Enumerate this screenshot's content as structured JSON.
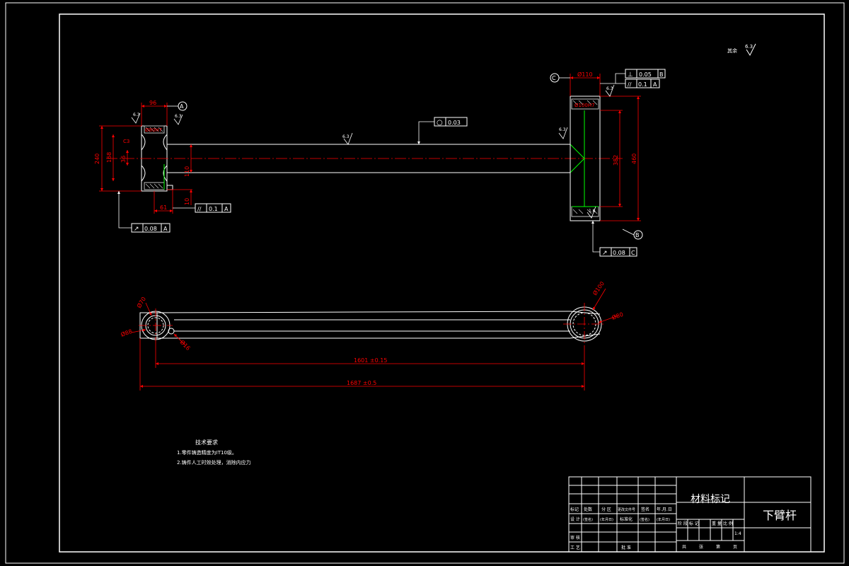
{
  "colors": {
    "background": "#000000",
    "outline": "#ffffff",
    "dimension": "#ff0000",
    "centerline": "#ff0000",
    "section": "#00ff00",
    "hatch": "#c0c0c0"
  },
  "general_roughness": {
    "label": "其余",
    "value": "6.3"
  },
  "top_view": {
    "roughness": {
      "left_top": "6.3",
      "left_face": "6.3",
      "shaft": "6.3",
      "right_top": "6.3",
      "right_face": "6.3",
      "right_bottom": "1.6"
    },
    "datums": {
      "a": "A",
      "b": "B",
      "c": "C"
    },
    "dims": {
      "left_width": "96",
      "left_bore": "Ø80H7",
      "left_overall": "240",
      "left_inner": "168",
      "left_pin": "36",
      "chamfer": "C3",
      "shaft_dia": "110",
      "left_offset": "61",
      "left_small": "10",
      "right_top_dia": "Ø110",
      "right_bore": "Ø100H7",
      "right_inner": "382",
      "right_overall": "460"
    },
    "tolerances": {
      "roundness": {
        "symbol": "○",
        "value": "0.03"
      },
      "parallel_left": {
        "symbol": "//",
        "value": "0.1",
        "datum": "A"
      },
      "runout_left": {
        "symbol": "↗",
        "value": "0.08",
        "datum": "A"
      },
      "parallel_right": {
        "symbol": "//",
        "value": "0.1",
        "datum": "A"
      },
      "perp_right": {
        "symbol": "⊥",
        "value": "0.05",
        "datum": "B"
      },
      "runout_right": {
        "symbol": "↗",
        "value": "0.08",
        "datum": "C"
      }
    }
  },
  "plan_view": {
    "dims": {
      "left_outer": "Ø70",
      "left_inner": "Ø88",
      "left_hole": "Ø16",
      "right_outer": "Ø100",
      "right_inner": "Ø80",
      "center_distance": "1601 ±0.15",
      "overall_length": "1687 ±0.5"
    }
  },
  "technical_requirements": {
    "title": "技术要求",
    "items": [
      "1.零件铸造精度为IT10级。",
      "2.铸件人工时效处理，消除内应力"
    ]
  },
  "title_block": {
    "material": "材料标记",
    "part_name": "下臂杆",
    "scale": "1:4",
    "row_headers": [
      "标记",
      "处数",
      "分 区",
      "更改文件号",
      "签名",
      "年.月.日"
    ],
    "sign_row": [
      "设 计",
      "(签名)",
      "(年月日)",
      "标准化",
      "(签名)",
      "(年月日)"
    ],
    "left_lower": [
      "审 核",
      "工 艺"
    ],
    "approve": "批 准",
    "stage_headers": [
      "阶 段 标 记",
      "重 量",
      "比 例"
    ],
    "sheet_info": [
      "共",
      "张",
      "第",
      "页"
    ]
  }
}
